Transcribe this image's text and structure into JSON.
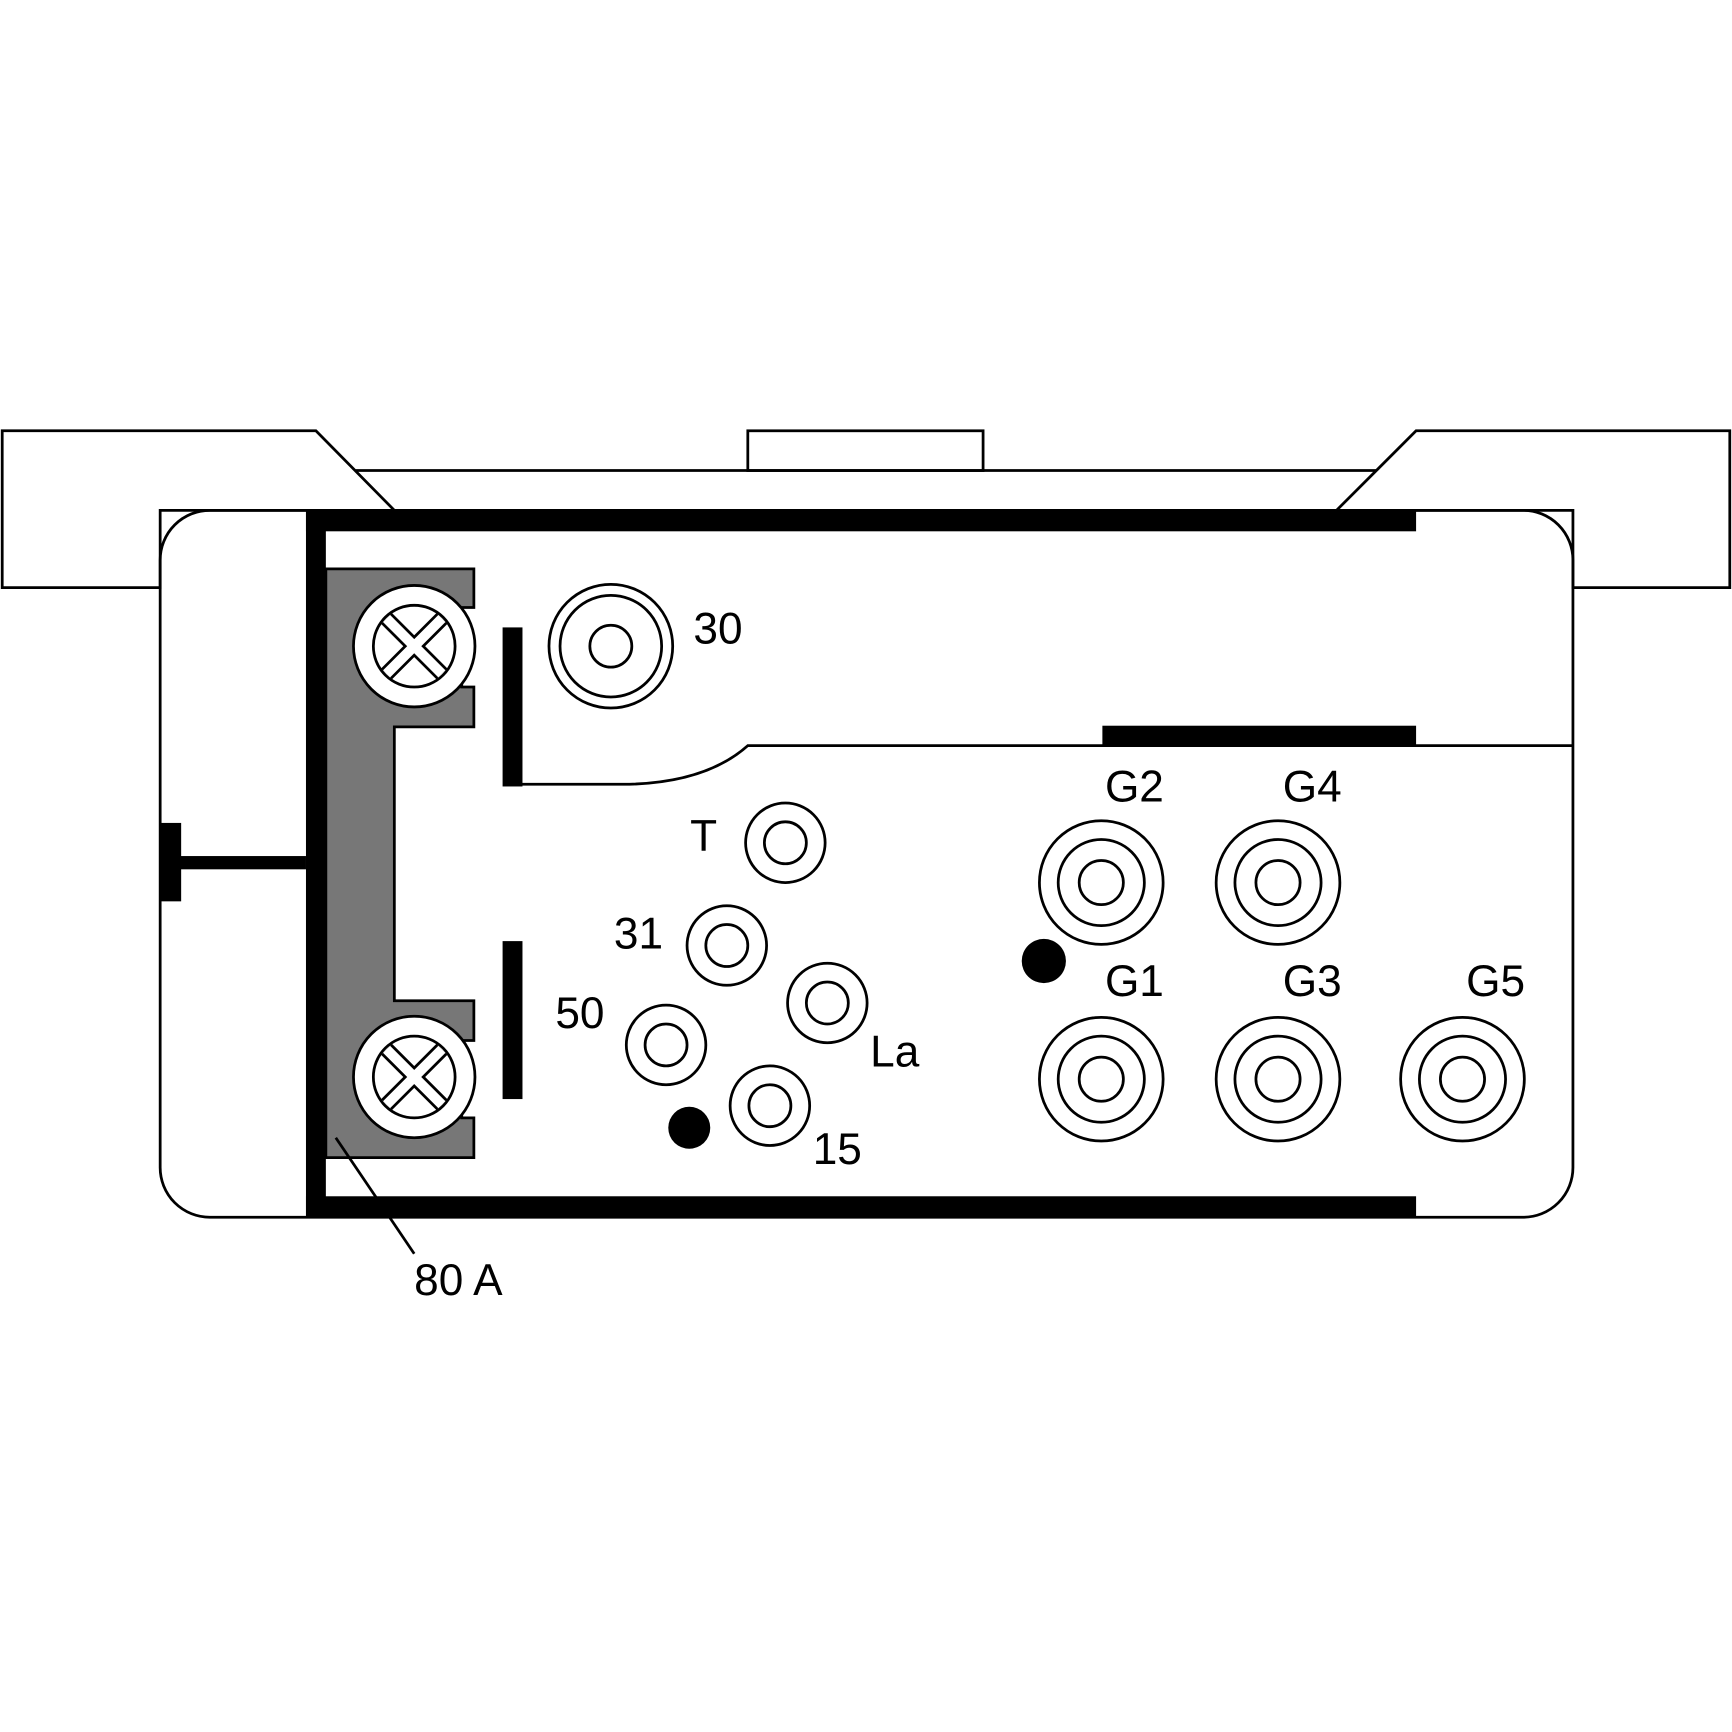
{
  "diagram": {
    "bracket_color": "#777777",
    "labels": {
      "terminal_30": "30",
      "terminal_T": "T",
      "terminal_31": "31",
      "terminal_50": "50",
      "terminal_La": "La",
      "terminal_15": "15",
      "g2": "G2",
      "g4": "G4",
      "g1": "G1",
      "g3": "G3",
      "g5": "G5",
      "fuse": "80 A"
    }
  }
}
